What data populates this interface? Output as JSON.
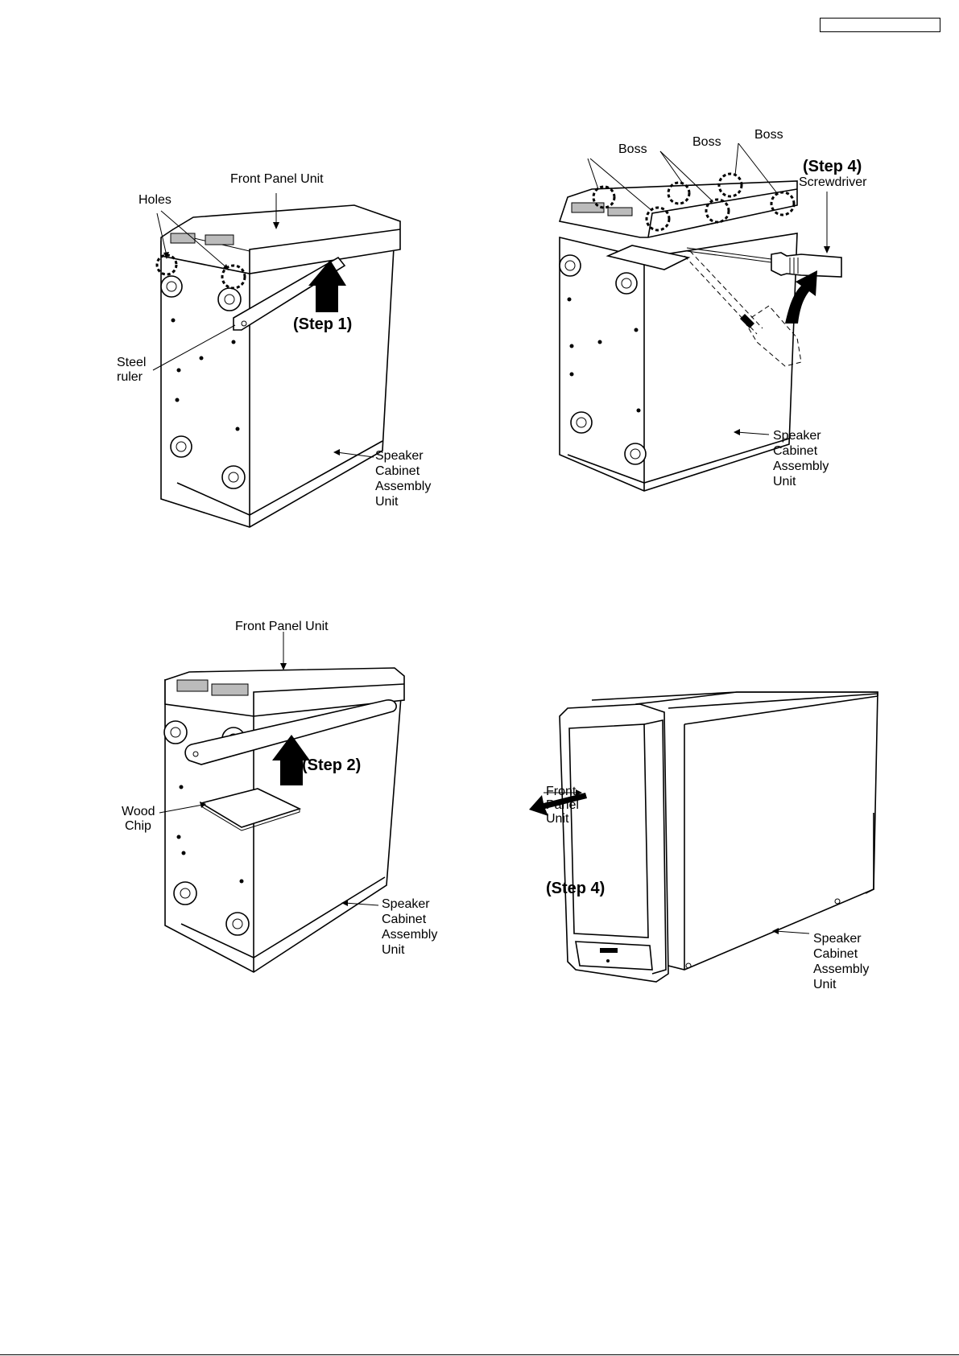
{
  "panel_step1": {
    "label_front_panel": "Front Panel Unit",
    "label_holes": "Holes",
    "label_steel": "Steel",
    "label_ruler": "ruler",
    "label_step": "(Step 1)",
    "label_speaker": [
      "Speaker",
      "Cabinet",
      "Assembly",
      "Unit"
    ]
  },
  "panel_step3": {
    "label_boss_1": "Boss",
    "label_boss_2": "Boss",
    "label_boss_3": "Boss",
    "label_step": "(Step 4)",
    "label_screwdriver": "Screwdriver",
    "label_speaker": [
      "Speaker",
      "Cabinet",
      "Assembly",
      "Unit"
    ]
  },
  "panel_step2": {
    "label_front_panel": "Front Panel Unit",
    "label_step": "(Step 2)",
    "label_wood": "Wood",
    "label_chip": "Chip",
    "label_speaker": [
      "Speaker",
      "Cabinet",
      "Assembly",
      "Unit"
    ]
  },
  "panel_step4": {
    "label_front": [
      "Front",
      "Panel",
      "Unit"
    ],
    "label_step": "(Step 4)",
    "label_speaker": [
      "Speaker",
      "Cabinet",
      "Assembly",
      "Unit"
    ]
  }
}
